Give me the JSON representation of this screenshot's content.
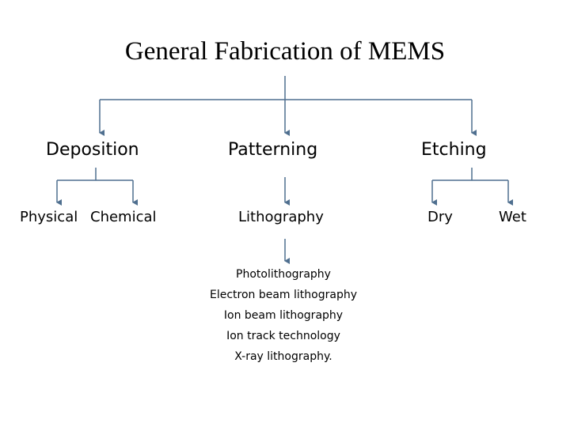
{
  "title": "General Fabrication of MEMS",
  "categories": {
    "deposition": "Deposition",
    "patterning": "Patterning",
    "etching": "Etching"
  },
  "deposition_children": {
    "physical": "Physical",
    "chemical": "Chemical"
  },
  "patterning_children": {
    "lithography": "Lithography"
  },
  "etching_children": {
    "dry": "Dry",
    "wet": "Wet"
  },
  "lithography_methods": [
    "Photolithography",
    "Electron beam lithography",
    "Ion beam lithography",
    "Ion track technology",
    "X-ray lithography."
  ],
  "colors": {
    "connector": "#4f6f8f"
  }
}
